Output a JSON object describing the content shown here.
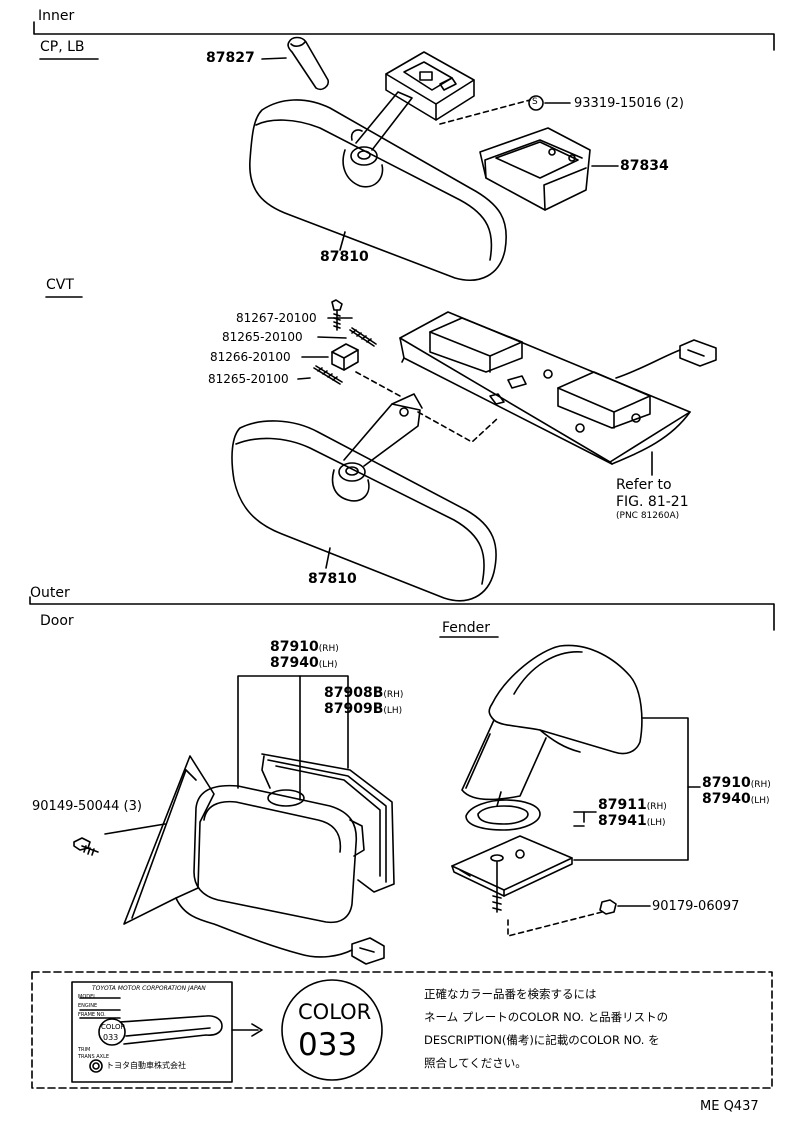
{
  "sections": {
    "inner": "Inner",
    "cp_lb": "CP, LB",
    "cvt": "CVT",
    "outer": "Outer",
    "door": "Door",
    "fender": "Fender"
  },
  "parts": {
    "p87827": "87827",
    "p93319": "93319-15016 (2)",
    "s_mark": "S",
    "p87834": "87834",
    "p87810_a": "87810",
    "p81267": "81267-20100",
    "p81265_a": "81265-20100",
    "p81266": "81266-20100",
    "p81265_b": "81265-20100",
    "refer_1": "Refer to",
    "refer_2": "FIG. 81-21",
    "refer_3": "(PNC 81260A)",
    "p87810_b": "87810",
    "door_87910": "87910",
    "door_87940": "87940",
    "rh": "(RH)",
    "lh": "(LH)",
    "door_87908": "87908B",
    "door_87909": "87909B",
    "p90149": "90149-50044 (3)",
    "fender_87910": "87910",
    "fender_87940": "87940",
    "fender_87911": "87911",
    "fender_87941": "87941",
    "p90179": "90179-06097"
  },
  "plate": {
    "maker": "TOYOTA MOTOR CORPORATION JAPAN",
    "model": "MODEL",
    "engine": "ENGINE",
    "frame": "FRAME NO.",
    "color": "COLOR",
    "color_code": "033",
    "trim": "TRIM",
    "trans": "TRANS AXLE",
    "jp_maker": "トヨタ自動車株式会社",
    "big_color": "COLOR",
    "big_code": "033"
  },
  "note": {
    "line1": "正確なカラー品番を検索するには",
    "line2": "ネーム プレートのCOLOR NO. と品番リストの",
    "line3": "DESCRIPTION(備考)に記載のCOLOR NO. を",
    "line4": "照合してください。"
  },
  "footer": "ME Q437"
}
